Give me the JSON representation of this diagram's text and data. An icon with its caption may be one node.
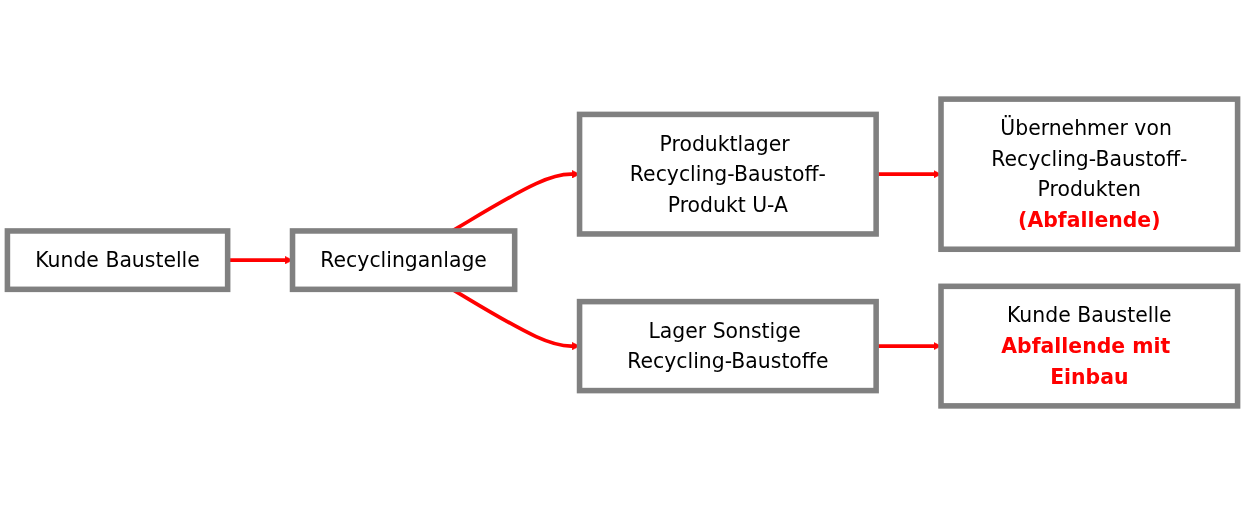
{
  "diagram": {
    "nodes": [
      {
        "text": [
          "Kunde Baustelle"
        ]
      },
      {
        "text": [
          "Recyclinganlage"
        ]
      },
      {
        "text": [
          "Produktlager Recycling-Baustoff-Produkt U-A"
        ]
      },
      {
        "text": [
          "Übernehmer von Recycling-Baustoff-Produkten",
          "(Abfallende)"
        ]
      },
      {
        "text": [
          "Lager Sonstige Recycling-Baustoffe"
        ]
      },
      {
        "text": [
          "Kunde Baustelle",
          "Abfallende mit Einbau"
        ]
      }
    ],
    "edges": [
      {
        "from": 0,
        "to": 1,
        "arrow": "to"
      },
      {
        "from": 1,
        "to": 2,
        "arrow": "to"
      },
      {
        "from": 1,
        "to": 4,
        "arrow": "to"
      },
      {
        "from": 2,
        "to": 3,
        "arrow": "to"
      },
      {
        "from": 4,
        "to": 5,
        "arrow": "to"
      }
    ]
  }
}
